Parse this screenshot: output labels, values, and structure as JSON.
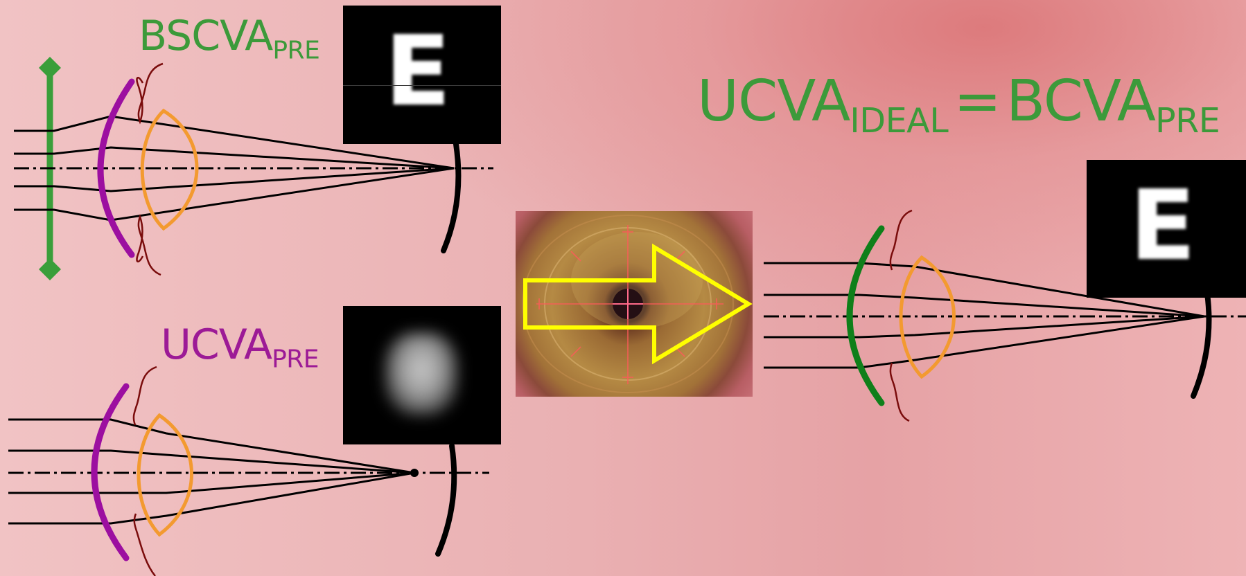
{
  "labels": {
    "bscva_pre": {
      "main": "BSCVA",
      "sub": "PRE"
    },
    "ucva_pre": {
      "main": "UCVA",
      "sub": "PRE"
    },
    "equation": {
      "left_main": "UCVA",
      "left_sub": "IDEAL",
      "operator": "=",
      "right_main": "BCVA",
      "right_sub": "PRE"
    }
  },
  "charts": {
    "top_letter": "E",
    "right_letter": "E"
  },
  "colors": {
    "green_label": "#3c9a3a",
    "purple_label": "#9c1a96",
    "corrective_lens": "#3a9e3a",
    "cornea_pre": "#9c0fa0",
    "cornea_post": "#0f7f1a",
    "crystalline_lens": "#f39a30",
    "iris": "#7a0c0c",
    "retina": "#000000",
    "arrow": "#ffff00"
  },
  "icons": {
    "arrow": "yellow-right-arrow-icon"
  }
}
